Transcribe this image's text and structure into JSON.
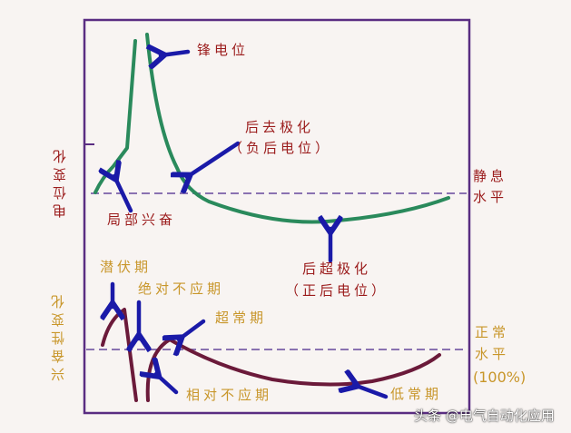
{
  "diagram": {
    "colors": {
      "frame": "#5a2d82",
      "potential_curve": "#2a8a5c",
      "excitability_curve": "#6b1a3a",
      "arrow": "#1a1aa8",
      "dashed_line": "#7a5fa8",
      "potential_labels": "#9b1c1c",
      "excitability_labels": "#c8962a"
    },
    "top_panel": {
      "y_axis_label": "电位变化",
      "labels": {
        "spike_potential": "锋电位",
        "after_depolarization_line1": "后去极化",
        "after_depolarization_line2": "（负后电位）",
        "local_excitation": "局部兴奋",
        "after_hyperpolarization_line1": "后超极化",
        "after_hyperpolarization_line2": "（正后电位）",
        "resting_level_line1": "静息",
        "resting_level_line2": "水平"
      }
    },
    "bottom_panel": {
      "y_axis_label": "兴奋性变化",
      "labels": {
        "latent_period": "潜伏期",
        "absolute_refractory": "绝对不应期",
        "supernormal_period": "超常期",
        "relative_refractory": "相对不应期",
        "subnormal_period": "低常期",
        "normal_level_line1": "正常",
        "normal_level_line2": "水平",
        "normal_level_line3": "(100%)"
      }
    }
  },
  "watermark": "头条 @电气自动化应用"
}
